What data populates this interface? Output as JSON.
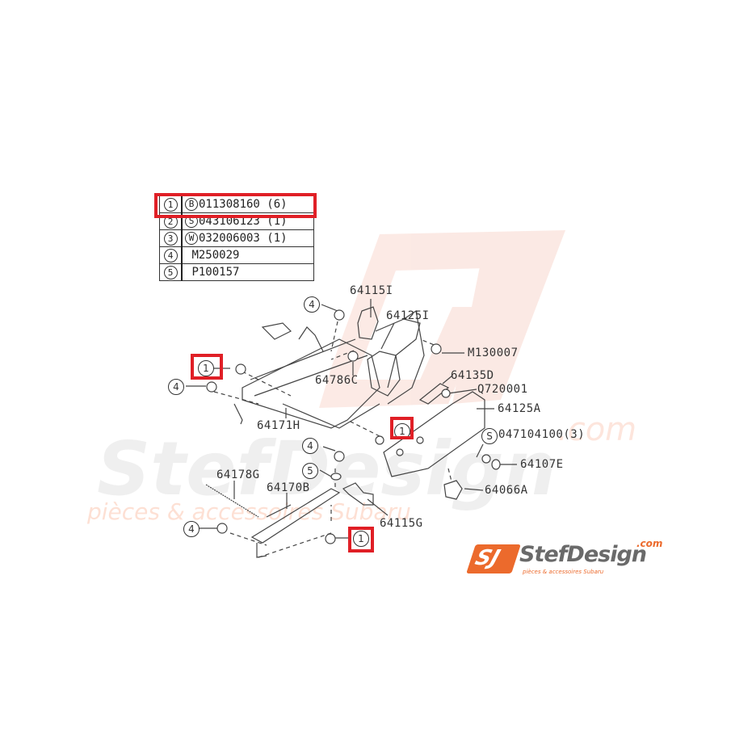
{
  "legend": {
    "rows": [
      {
        "ref": "1",
        "prefix": "B",
        "part": "011308160",
        "qty": "(6)",
        "highlighted": true
      },
      {
        "ref": "2",
        "prefix": "S",
        "part": "043106123",
        "qty": "(1)",
        "highlighted": false
      },
      {
        "ref": "3",
        "prefix": "W",
        "part": "032006003",
        "qty": "(1)",
        "highlighted": false
      },
      {
        "ref": "4",
        "prefix": "",
        "part": "M250029",
        "qty": "",
        "highlighted": false
      },
      {
        "ref": "5",
        "prefix": "",
        "part": "P100157",
        "qty": "",
        "highlighted": false
      }
    ]
  },
  "part_labels": {
    "p64115I": "64115I",
    "p64125I": "64125I",
    "pM130007": "M130007",
    "p64786C": "64786C",
    "p64135D": "64135D",
    "pQ720001": "Q720001",
    "p64125A": "64125A",
    "p047104100": "047104100",
    "p047104100_qty": "(3)",
    "p047104100_prefix": "S",
    "p64107E": "64107E",
    "p64066A": "64066A",
    "p64171H": "64171H",
    "p64178G": "64178G",
    "p64170B": "64170B",
    "p64115G": "64115G"
  },
  "callouts": {
    "c4_top": "4",
    "c1_left": "1",
    "c4_left": "4",
    "c1_mid": "1",
    "c4_mid": "4",
    "c5_mid": "5",
    "c4_bottom": "4",
    "c1_bottom": "1"
  },
  "watermark": {
    "brand": "StefDesign",
    "domain": ".com",
    "tagline": "pièces & accessoires Subaru"
  },
  "logo": {
    "mark": "SJ",
    "brand": "StefDesign",
    "domain": ".com",
    "tagline": "pièces & accessoires Subaru"
  },
  "colors": {
    "highlight": "#e01f26",
    "logo_orange": "#ec6a2c",
    "logo_gray": "#6a6a6a",
    "watermark_tint": "#fbe3dc",
    "line": "#333333"
  }
}
